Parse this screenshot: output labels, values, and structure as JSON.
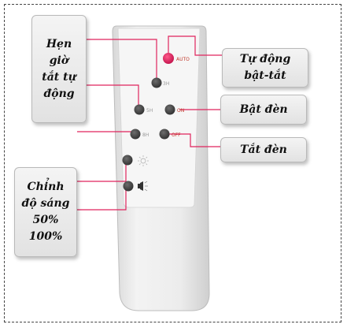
{
  "callouts": {
    "timer": "Hẹn giờ tắt tự động",
    "auto": "Tự động bật-tắt",
    "on": "Bật đèn",
    "off": "Tắt đèn",
    "brightness": "Chỉnh độ sáng 50% 100%"
  },
  "buttons": {
    "auto": "AUTO",
    "timer_3h": "3H",
    "timer_5h": "5H",
    "on": "ON",
    "timer_8h": "8H",
    "off": "OFF"
  },
  "colors": {
    "remote_body": "#eeeeee",
    "button_dark": "#4a4a4a",
    "button_auto": "#e0245e",
    "leader_line": "#e0245e"
  },
  "icons": {
    "bright_full": "sun-outline-icon",
    "bright_half": "bulb-icon"
  }
}
